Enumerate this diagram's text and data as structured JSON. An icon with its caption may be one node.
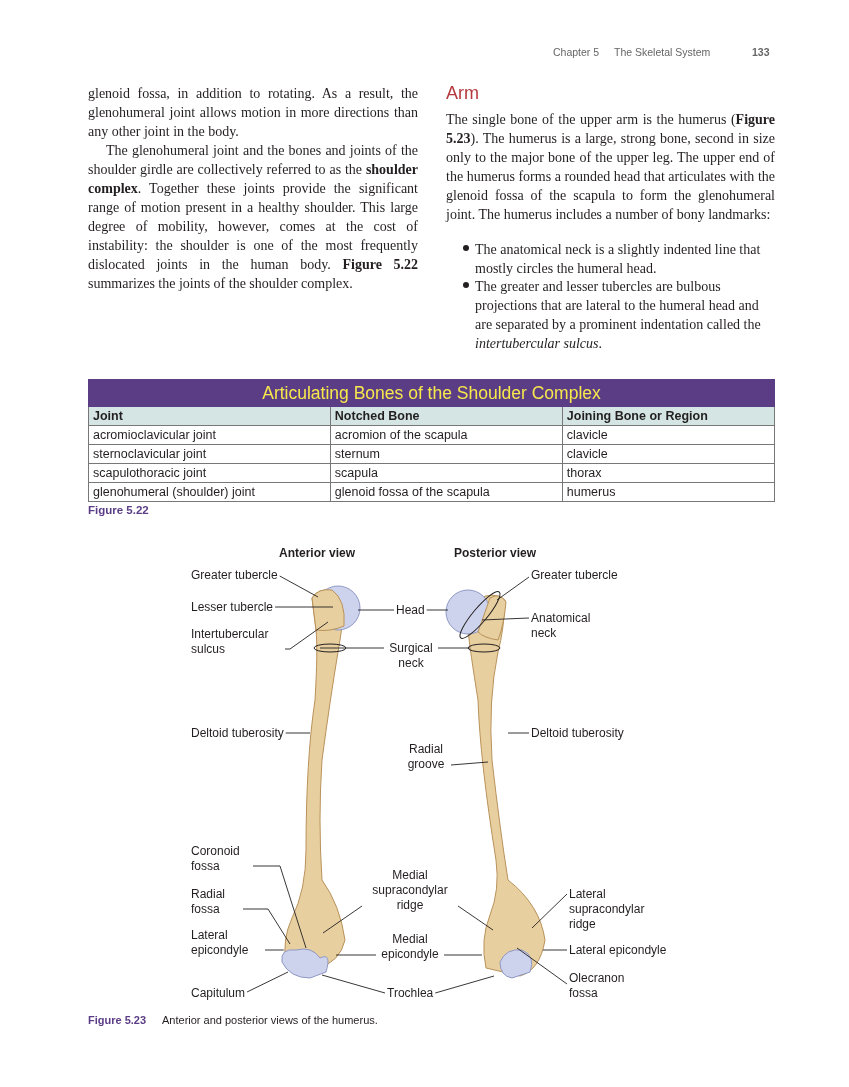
{
  "diagram": {
    "nodes": [
      {
        "text": [
          "Greater tubercle"
        ]
      },
      {
        "text": [
          "Lesser tubercle"
        ]
      },
      {
        "text": [
          "Intertubercular sulcus"
        ]
      },
      {
        "text": [
          "Deltoid tuberosity"
        ]
      },
      {
        "text": [
          "Coronoid fossa"
        ]
      },
      {
        "text": [
          "Radial fossa"
        ]
      },
      {
        "text": [
          "Lateral epicondyle"
        ]
      },
      {
        "text": [
          "Capitulum"
        ]
      },
      {
        "text": [
          "Head"
        ]
      },
      {
        "text": [
          "Surgical neck"
        ]
      },
      {
        "text": [
          "Radial groove"
        ]
      },
      {
        "text": [
          "Medial supracondylar ridge"
        ]
      },
      {
        "text": [
          "Medial epicondyle"
        ]
      },
      {
        "text": [
          "Trochlea"
        ]
      },
      {
        "text": [
          "Greater tubercle"
        ]
      },
      {
        "text": [
          "Anatomical neck"
        ]
      },
      {
        "text": [
          "Deltoid tuberosity"
        ]
      },
      {
        "text": [
          "Lateral supracondylar ridge"
        ]
      },
      {
        "text": [
          "Lateral epicondyle"
        ]
      },
      {
        "text": [
          "Olecranon fossa"
        ]
      },
      {
        "text": [],
        "shape": "picture"
      },
      {
        "text": [],
        "shape": "picture"
      }
    ],
    "edges": [
      {
        "from": 0,
        "to": 20,
        "arrow": "none"
      },
      {
        "from": 1,
        "to": 20,
        "arrow": "none"
      },
      {
        "from": 2,
        "to": 20,
        "arrow": "none"
      },
      {
        "from": 3,
        "to": 20,
        "arrow": "none"
      },
      {
        "from": 4,
        "to": 20,
        "arrow": "none"
      },
      {
        "from": 5,
        "to": 20,
        "arrow": "none"
      },
      {
        "from": 6,
        "to": 20,
        "arrow": "none"
      },
      {
        "from": 7,
        "to": 20,
        "arrow": "none"
      },
      {
        "from": 8,
        "to": 20,
        "arrow": "none"
      },
      {
        "from": 8,
        "to": 21,
        "arrow": "none"
      },
      {
        "from": 9,
        "to": 20,
        "arrow": "none"
      },
      {
        "from": 9,
        "to": 21,
        "arrow": "none"
      },
      {
        "from": 10,
        "to": 21,
        "arrow": "none"
      },
      {
        "from": 11,
        "to": 20,
        "arrow": "none"
      },
      {
        "from": 11,
        "to": 21,
        "arrow": "none"
      },
      {
        "from": 12,
        "to": 20,
        "arrow": "none"
      },
      {
        "from": 12,
        "to": 21,
        "arrow": "none"
      },
      {
        "from": 13,
        "to": 20,
        "arrow": "none"
      },
      {
        "from": 13,
        "to": 21,
        "arrow": "none"
      },
      {
        "from": 14,
        "to": 21,
        "arrow": "none"
      },
      {
        "from": 15,
        "to": 21,
        "arrow": "none"
      },
      {
        "from": 16,
        "to": 21,
        "arrow": "none"
      },
      {
        "from": 17,
        "to": 21,
        "arrow": "none"
      },
      {
        "from": 18,
        "to": 21,
        "arrow": "none"
      },
      {
        "from": 19,
        "to": 21,
        "arrow": "none"
      }
    ],
    "labels": [
      "Chapter 5",
      "The Skeletal System",
      "133",
      "glenoid fossa, in addition to rotating. As a result, the glenohumeral joint allows motion in more directions than any other joint in the body.",
      "The glenohumeral joint and the bones and joints of the shoulder girdle are collectively referred to as the **shoulder complex**. Together these joints provide the significant range of motion present in a healthy shoulder. This large degree of mobility, however, comes at the cost of instability: the shoulder is one of the most frequently dislocated joints in the human body. **Figure 5.22** summarizes the joints of the shoulder complex.",
      "Arm",
      "The single bone of the upper arm is the humerus (**Figure 5.23**). The humerus is a large, strong bone, second in size only to the major bone of the upper leg. The upper end of the humerus forms a rounded head that articulates with the glenoid fossa of the scapula to form the glenohumeral joint. The humerus includes a number of bony landmarks:",
      "The anatomical neck is a slightly indented line that mostly circles the humeral head.",
      "The greater and lesser tubercles are bulbous projections that are lateral to the humeral head and are separated by a prominent indentation called the *intertubercular sulcus*.",
      "Articulating Bones of the Shoulder Complex",
      "Joint",
      "Notched Bone",
      "Joining Bone or Region",
      "acromioclavicular joint",
      "acromion of the scapula",
      "clavicle",
      "sternoclavicular joint",
      "sternum",
      "clavicle",
      "scapulothoracic joint",
      "scapula",
      "thorax",
      "glenohumeral (shoulder) joint",
      "glenoid fossa of the scapula",
      "humerus",
      "Figure 5.22",
      "Anterior view",
      "Posterior view",
      "Figure 5.23",
      "Anterior and posterior views of the humerus."
    ]
  }
}
